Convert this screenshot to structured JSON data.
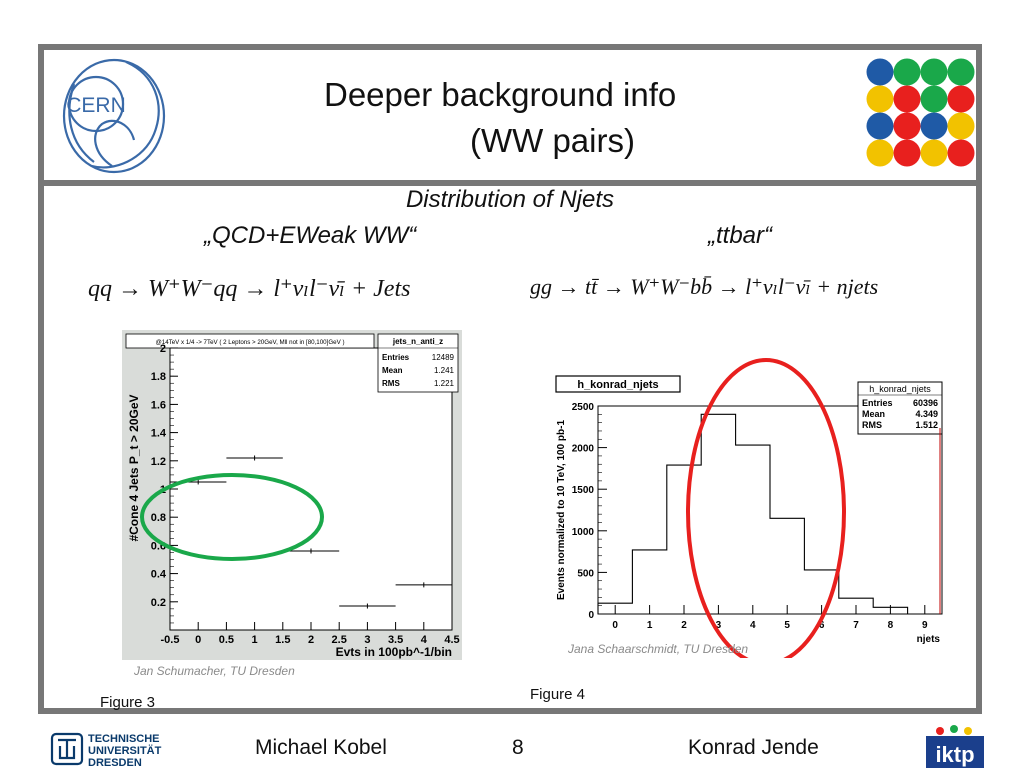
{
  "title": {
    "line1": "Deeper background info",
    "line2": "(WW pairs)"
  },
  "logos": {
    "cern_text": "CERN",
    "tud_lines": [
      "TECHNISCHE",
      "UNIVERSITÄT",
      "DRESDEN"
    ],
    "iktp_text": "iktp"
  },
  "subtitle": "Distribution of Njets",
  "left": {
    "title": "„QCD+EWeak WW“",
    "formula": "qq → W⁺W⁻qq → l⁺νₗl⁻ν̄ₗ + Jets",
    "credit": "Jan Schumacher, TU Dresden",
    "figure_label": "Figure 3"
  },
  "right": {
    "title": "„ttbar“",
    "formula": "gg → tt̄ → W⁺W⁻bb̄ → l⁺νₗl⁻ν̄ₗ + njets",
    "credit": "Jana Schaarschmidt, TU Dresden",
    "figure_label": "Figure 4"
  },
  "footer": {
    "author": "Michael Kobel",
    "page": "8",
    "presenter": "Konrad Jende"
  },
  "colors": {
    "frame": "#777777",
    "green_ellipse": "#1aa84a",
    "red_ellipse": "#e8201e",
    "histo_bg": "#d9dcd9",
    "right_line": "#c00000"
  },
  "chart_data": [
    {
      "type": "scatter",
      "title": "@14TeV x 1/4 -> 7TeV ( 2 Leptons > 20GeV, Mll not in [80,100]GeV )",
      "xlabel": "Evts in 100pb^-1/bin",
      "ylabel": "#Cone 4 Jets P_t > 20GeV",
      "xlim": [
        -0.5,
        4.5
      ],
      "ylim": [
        0,
        2
      ],
      "xticks": [
        "-0.5",
        "0",
        "0.5",
        "1",
        "1.5",
        "2",
        "2.5",
        "3",
        "3.5",
        "4",
        "4.5"
      ],
      "yticks": [
        "0.2",
        "0.4",
        "0.6",
        "0.8",
        "1",
        "1.2",
        "1.4",
        "1.6",
        "1.8",
        "2"
      ],
      "stats": {
        "name": "jets_n_anti_z",
        "rows": [
          [
            "Entries",
            "12489"
          ],
          [
            "Mean",
            "1.241"
          ],
          [
            "RMS",
            "1.221"
          ]
        ]
      },
      "points": [
        {
          "x": 0,
          "xerr": 0.5,
          "y": 1.05
        },
        {
          "x": 1,
          "xerr": 0.5,
          "y": 1.22
        },
        {
          "x": 2,
          "xerr": 0.5,
          "y": 0.56
        },
        {
          "x": 3,
          "xerr": 0.5,
          "y": 0.17
        },
        {
          "x": 4,
          "xerr": 0.5,
          "y": 0.32
        }
      ],
      "grid": false
    },
    {
      "type": "bar",
      "title": "h_konrad_njets",
      "xlabel": "njets",
      "ylabel": "Events normalized to 10 TeV, 100 pb-1",
      "xlim": [
        -0.5,
        9.5
      ],
      "ylim": [
        0,
        2500
      ],
      "xticks": [
        "0",
        "1",
        "2",
        "3",
        "4",
        "5",
        "6",
        "7",
        "8",
        "9"
      ],
      "yticks": [
        "0",
        "500",
        "1000",
        "1500",
        "2000",
        "2500"
      ],
      "stats": {
        "name": "h_konrad_njets",
        "rows": [
          [
            "Entries",
            "60396"
          ],
          [
            "Mean",
            "4.349"
          ],
          [
            "RMS",
            "1.512"
          ]
        ]
      },
      "categories": [
        0,
        1,
        2,
        3,
        4,
        5,
        6,
        7,
        8,
        9
      ],
      "values": [
        130,
        770,
        1790,
        2400,
        2030,
        1150,
        530,
        190,
        80,
        0
      ],
      "grid": false
    }
  ]
}
